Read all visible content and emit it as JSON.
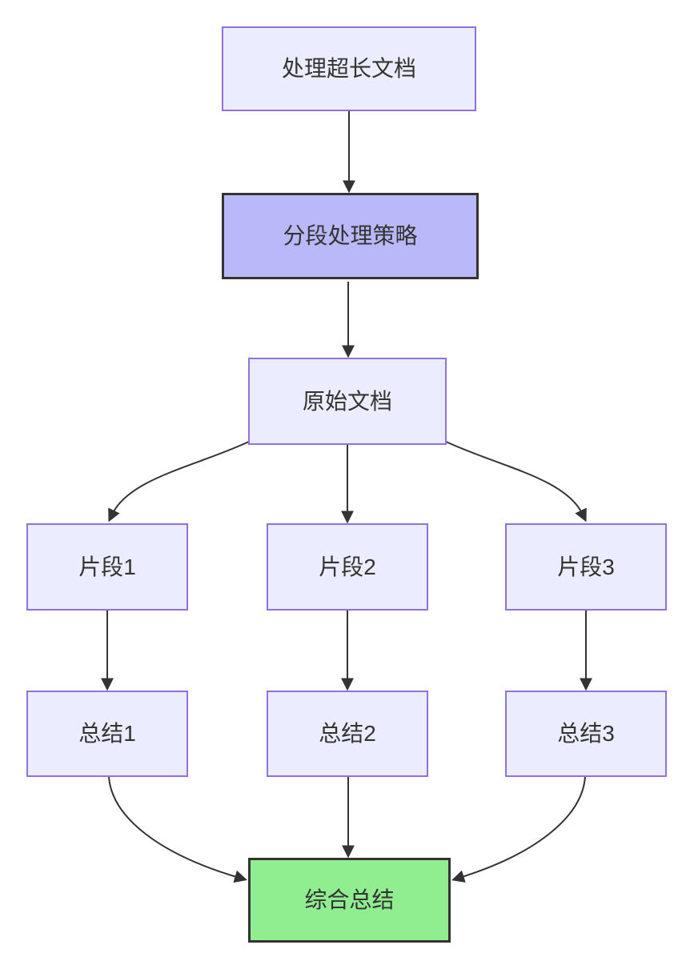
{
  "diagram": {
    "type": "flowchart",
    "direction": "top-down",
    "background": "#FFFFFF",
    "nodes": [
      {
        "id": "A",
        "label": "处理超长文档",
        "style": "default"
      },
      {
        "id": "B",
        "label": "分段处理策略",
        "style": "emphasis"
      },
      {
        "id": "C",
        "label": "原始文档",
        "style": "default"
      },
      {
        "id": "D1",
        "label": "片段1",
        "style": "default"
      },
      {
        "id": "D2",
        "label": "片段2",
        "style": "default"
      },
      {
        "id": "D3",
        "label": "片段3",
        "style": "default"
      },
      {
        "id": "E1",
        "label": "总结1",
        "style": "default"
      },
      {
        "id": "E2",
        "label": "总结2",
        "style": "default"
      },
      {
        "id": "E3",
        "label": "总结3",
        "style": "default"
      },
      {
        "id": "F",
        "label": "综合总结",
        "style": "final"
      }
    ],
    "edges": [
      {
        "from": "处理超长文档",
        "to": "分段处理策略"
      },
      {
        "from": "分段处理策略",
        "to": "原始文档"
      },
      {
        "from": "原始文档",
        "to": "片段1"
      },
      {
        "from": "原始文档",
        "to": "片段2"
      },
      {
        "from": "原始文档",
        "to": "片段3"
      },
      {
        "from": "片段1",
        "to": "总结1"
      },
      {
        "from": "片段2",
        "to": "总结2"
      },
      {
        "from": "片段3",
        "to": "总结3"
      },
      {
        "from": "总结1",
        "to": "综合总结"
      },
      {
        "from": "总结2",
        "to": "综合总结"
      },
      {
        "from": "总结3",
        "to": "综合总结"
      }
    ],
    "colors": {
      "node_fill": "#ECECFF",
      "node_border": "#9370DB",
      "emphasis_fill": "#B9B9F9",
      "emphasis_border": "#333333",
      "final_fill": "#90EE90",
      "final_border": "#333333",
      "edge": "#333333",
      "text": "#333333",
      "background": "#FFFFFF"
    }
  }
}
